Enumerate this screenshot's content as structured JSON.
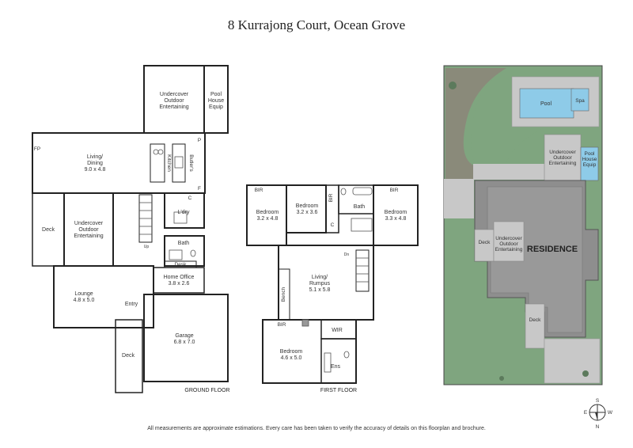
{
  "title": "8 Kurrajong Court, Ocean Grove",
  "footer_note": "All measurements are approximate estimations. Every care has been taken to verify the accuracy of details on this floorplan and brochure.",
  "ground_floor": {
    "label": "GROUND FLOOR",
    "rooms": {
      "undercover_top_1": "Undercover",
      "undercover_top_2": "Outdoor",
      "undercover_top_3": "Entertaining",
      "pool_house_1": "Pool",
      "pool_house_2": "House",
      "pool_house_3": "Equip",
      "fp": "FP",
      "p": "P",
      "f": "F",
      "living": "Living/",
      "living_2": "Dining",
      "living_size": "9.0 x 4.8",
      "kitchen": "Kitchen",
      "butlers": "Butler's",
      "deck_left": "Deck",
      "undercover_mid_1": "Undercover",
      "undercover_mid_2": "Outdoor",
      "undercover_mid_3": "Entertaining",
      "c": "C",
      "ldry": "L'dry",
      "up": "Up",
      "bath": "Bath",
      "desk": "Desk",
      "home_office": "Home Office",
      "home_office_size": "3.8 x 2.6",
      "lounge": "Lounge",
      "lounge_size": "4.8 x 5.0",
      "entry": "Entry",
      "garage": "Garage",
      "garage_size": "6.8 x 7.0",
      "deck_bottom": "Deck"
    }
  },
  "first_floor": {
    "label": "FIRST FLOOR",
    "rooms": {
      "bir_1": "BIR",
      "bir_2": "BIR",
      "bir_3": "BIR",
      "bir_4": "BIR",
      "bedroom_1": "Bedroom",
      "bedroom_1_size": "3.2 x 4.8",
      "bedroom_2": "Bedroom",
      "bedroom_2_size": "3.2 x 3.6",
      "bath": "Bath",
      "c": "C",
      "bedroom_3": "Bedroom",
      "bedroom_3_size": "3.3 x 4.8",
      "dn": "Dn",
      "bench": "Bench",
      "living_1": "Living/",
      "living_2": "Rumpus",
      "living_size": "5.1 x 5.8",
      "wir": "WIR",
      "bedroom_4": "Bedroom",
      "bedroom_4_size": "4.6 x 5.0",
      "ens": "Ens"
    }
  },
  "site_plan": {
    "pool": "Pool",
    "spa": "Spa",
    "undercover_1": "Undercover",
    "undercover_2": "Outdoor",
    "undercover_3": "Entertaining",
    "pool_house_1": "Pool",
    "pool_house_2": "House",
    "pool_house_3": "Equip",
    "deck_1": "Deck",
    "undercover_b_1": "Undercover",
    "undercover_b_2": "Outdoor",
    "undercover_b_3": "Entertaining",
    "residence": "RESIDENCE",
    "deck_2": "Deck"
  },
  "compass": {
    "s": "S",
    "e": "E",
    "w": "W",
    "n": "N"
  },
  "colors": {
    "lawn": "#7fa57f",
    "path": "#c8c8c8",
    "house": "#8e8e8e",
    "pool": "#8ecbe8",
    "wall": "#222222"
  }
}
